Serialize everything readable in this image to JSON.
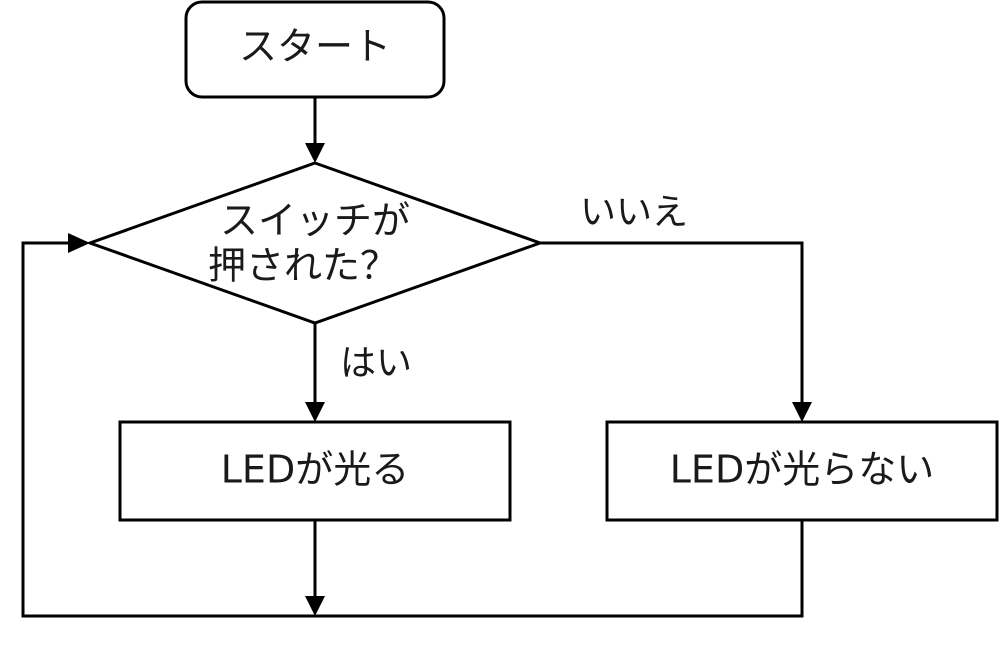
{
  "diagram": {
    "nodes": {
      "start": {
        "label": "スタート",
        "shape": "rounded-rectangle"
      },
      "decision": {
        "label_line1": "スイッチが",
        "label_line2": "押された？",
        "shape": "diamond"
      },
      "led_on": {
        "label": "LEDが光る",
        "shape": "rectangle"
      },
      "led_off": {
        "label": "LEDが光らない",
        "shape": "rectangle"
      }
    },
    "edges": {
      "yes_label": "はい",
      "no_label": "いいえ"
    },
    "colors": {
      "stroke": "#000000",
      "fill": "#ffffff",
      "text": "#1a1a1a"
    }
  }
}
